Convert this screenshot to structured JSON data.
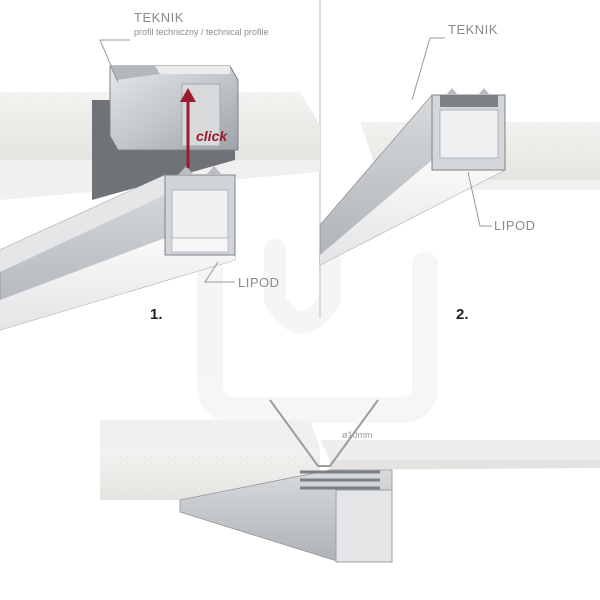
{
  "panel1": {
    "title": "TEKNIK",
    "subtitle": "profil techniczny / technical profile",
    "click_label": "click",
    "lipod_label": "LIPOD",
    "step_label": "1."
  },
  "panel2": {
    "title": "TEKNIK",
    "lipod_label": "LIPOD",
    "step_label": "2."
  },
  "panel3": {
    "diameter_label": "ø10mm"
  },
  "colors": {
    "board": "#ecebea",
    "board_edge": "#dcdcd9",
    "aluminium": "#c9ccd0",
    "aluminium_dark": "#8f949a",
    "click_red": "#9b1b2a",
    "label_grey": "#8a8a8a",
    "watermark": "#f0f0f0"
  },
  "icons": [
    "up-arrow-icon",
    "brand-watermark-icon",
    "mounting-spring-icon"
  ]
}
